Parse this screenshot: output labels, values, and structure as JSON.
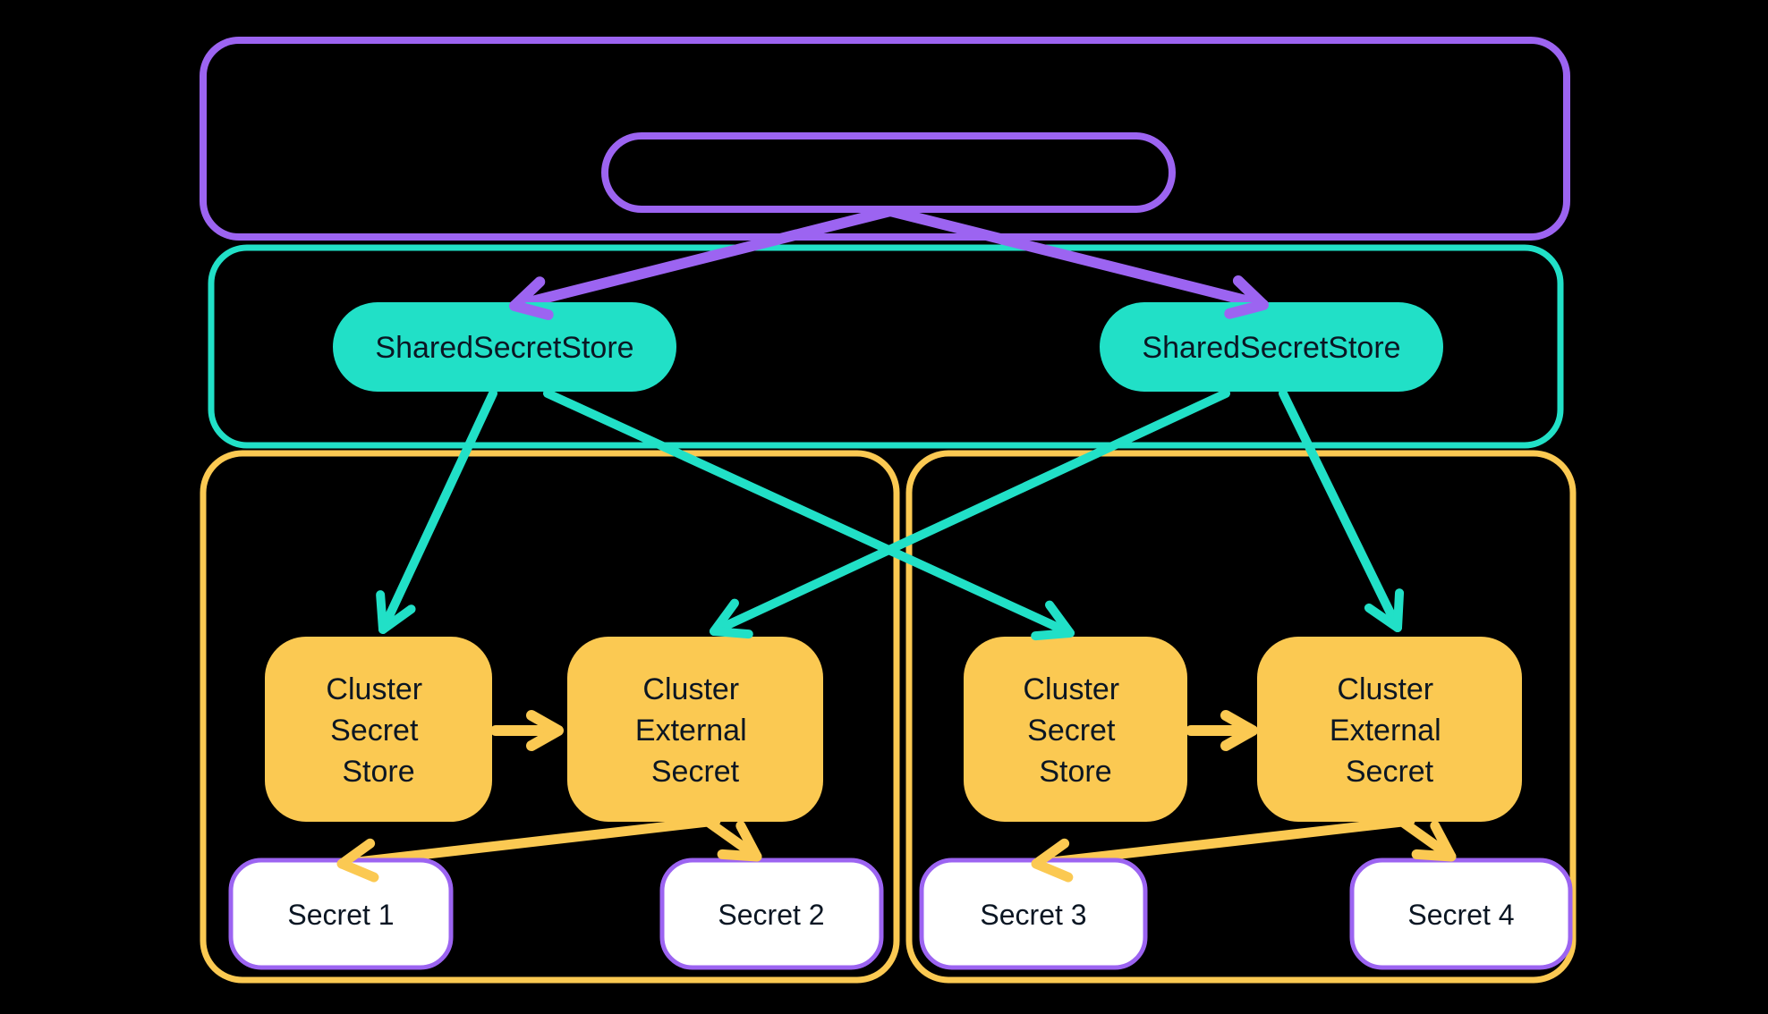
{
  "colors": {
    "background": "#000000",
    "purple": "#9C64F1",
    "teal": "#21E0C7",
    "yellow": "#FBC952",
    "white": "#FFFFFF",
    "text_dark": "#0B1623"
  },
  "shared_secret_stores": [
    {
      "label": "SharedSecretStore"
    },
    {
      "label": "SharedSecretStore"
    }
  ],
  "clusters": [
    {
      "cluster_secret_store": {
        "lines": [
          "Cluster",
          "Secret",
          "Store"
        ]
      },
      "cluster_external_secret": {
        "lines": [
          "Cluster",
          "External",
          "Secret"
        ]
      },
      "secrets": [
        {
          "label": "Secret 1"
        },
        {
          "label": "Secret 2"
        }
      ]
    },
    {
      "cluster_secret_store": {
        "lines": [
          "Cluster",
          "Secret",
          "Store"
        ]
      },
      "cluster_external_secret": {
        "lines": [
          "Cluster",
          "External",
          "Secret"
        ]
      },
      "secrets": [
        {
          "label": "Secret 3"
        },
        {
          "label": "Secret 4"
        }
      ]
    }
  ],
  "edges": [
    {
      "from": "top-pill",
      "to": "shared-secret-store-1",
      "color": "#9C64F1"
    },
    {
      "from": "top-pill",
      "to": "shared-secret-store-2",
      "color": "#9C64F1"
    },
    {
      "from": "shared-secret-store-1",
      "to": "cluster-1-secret-store",
      "color": "#21E0C7"
    },
    {
      "from": "shared-secret-store-1",
      "to": "cluster-2-secret-store",
      "color": "#21E0C7"
    },
    {
      "from": "shared-secret-store-2",
      "to": "cluster-1-external-secret",
      "color": "#21E0C7"
    },
    {
      "from": "shared-secret-store-2",
      "to": "cluster-2-external-secret",
      "color": "#21E0C7"
    },
    {
      "from": "cluster-1-secret-store",
      "to": "cluster-1-external-secret",
      "color": "#FBC952"
    },
    {
      "from": "cluster-1-external-secret",
      "to": "secret-1",
      "color": "#FBC952"
    },
    {
      "from": "cluster-1-external-secret",
      "to": "secret-2",
      "color": "#FBC952"
    },
    {
      "from": "cluster-2-secret-store",
      "to": "cluster-2-external-secret",
      "color": "#FBC952"
    },
    {
      "from": "cluster-2-external-secret",
      "to": "secret-3",
      "color": "#FBC952"
    },
    {
      "from": "cluster-2-external-secret",
      "to": "secret-4",
      "color": "#FBC952"
    }
  ]
}
